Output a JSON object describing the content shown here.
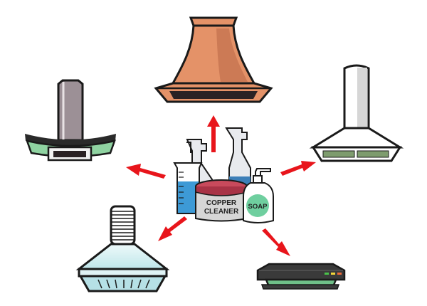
{
  "illustration": {
    "subject": "Cleaning supplies for different range hood types",
    "center": {
      "jar_label_line1": "COPPER",
      "jar_label_line2": "CLEANER",
      "soap_label": "SOAP"
    },
    "hoods": [
      {
        "name": "copper-chimney-hood",
        "position": "top"
      },
      {
        "name": "curved-glass-hood",
        "position": "left"
      },
      {
        "name": "stainless-chimney-hood",
        "position": "right"
      },
      {
        "name": "ribbed-duct-hood",
        "position": "bottom-left"
      },
      {
        "name": "under-cabinet-hood",
        "position": "bottom-right"
      }
    ],
    "colors": {
      "arrow": "#e8151b",
      "copper": "#e49268",
      "copper_shade": "#cc7a55",
      "outline": "#1a1a1a",
      "glass_green": "#8fd3a1",
      "filter_green": "#7e9c6e",
      "liquid_blue": "#3d9ad6",
      "jar_lid": "#c84a5c",
      "soap_label": "#6fcf9f",
      "led_green": "#4ac34a",
      "led_yellow": "#f2d63a",
      "led_orange": "#ef6a3a"
    }
  }
}
